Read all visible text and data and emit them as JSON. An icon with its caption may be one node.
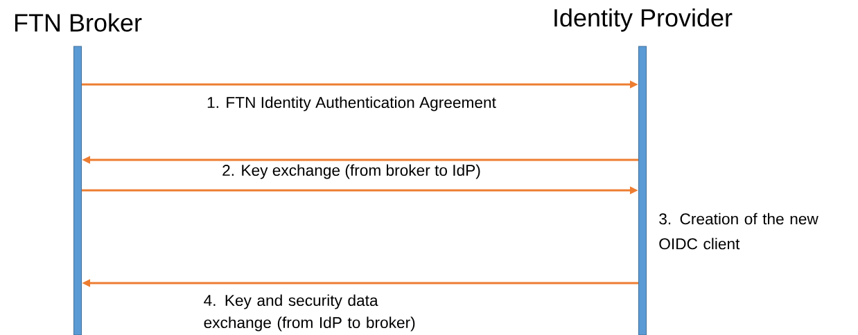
{
  "diagram": {
    "nodes": [
      {
        "text": [
          "FTN Broker"
        ]
      },
      {
        "text": [
          "Identity Provider"
        ],
        "beside": [
          "3. Creation of the new OIDC client"
        ]
      }
    ],
    "edges": [
      {
        "from": 0,
        "to": 1,
        "arrow": "to",
        "label": "1. FTN Identity Authentication Agreement"
      },
      {
        "from": 1,
        "to": 0,
        "arrow": "to",
        "label": "2. Key exchange (from broker to IdP)"
      },
      {
        "from": 0,
        "to": 1,
        "arrow": "to"
      },
      {
        "from": 1,
        "to": 0,
        "arrow": "to",
        "label": "4. Key and security data exchange (from IdP to broker)"
      }
    ]
  }
}
